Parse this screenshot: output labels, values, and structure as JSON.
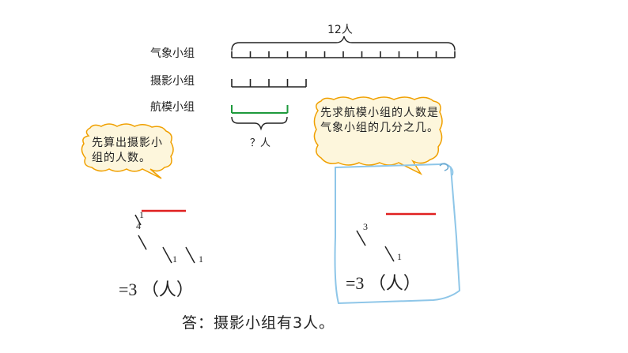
{
  "diagram": {
    "total_label": "12人",
    "groups": [
      {
        "label": "气象小组"
      },
      {
        "label": "摄影小组"
      },
      {
        "label": "航模小组"
      }
    ],
    "unknown_label": "？人"
  },
  "bubbles": {
    "left": "先算出摄影小组的人数。",
    "right": "先求航模小组的人数是气象小组的几分之几。"
  },
  "left_calc": {
    "digit_4": "4",
    "digit_1a": "1",
    "digit_1b": "1",
    "digit_1c": "1",
    "result": "=3 （人）"
  },
  "right_calc": {
    "digit_3": "3",
    "digit_1": "1",
    "result": "=3 （人）"
  },
  "answer": "答：摄影小组有3人。",
  "colors": {
    "bracket_green": "#1e9a3c",
    "fraction_red": "#e02020",
    "note_blue": "#8ec6e8",
    "bubble_fill": "#fdf6dc",
    "bubble_stroke": "#f0a000"
  }
}
